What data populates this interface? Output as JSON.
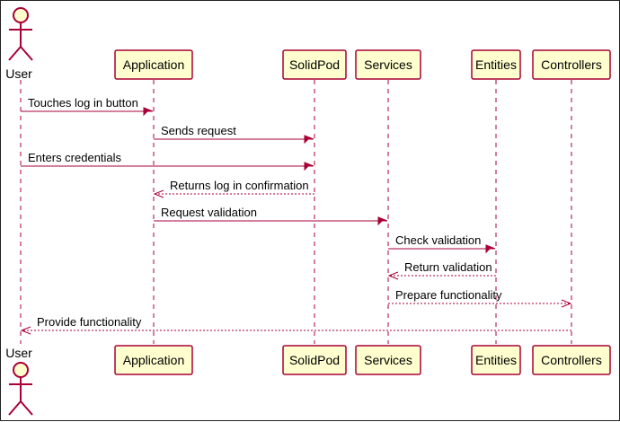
{
  "diagram": {
    "actor": {
      "name": "User"
    },
    "participants": [
      {
        "id": "app",
        "name": "Application"
      },
      {
        "id": "pod",
        "name": "SolidPod"
      },
      {
        "id": "svc",
        "name": "Services"
      },
      {
        "id": "ent",
        "name": "Entities"
      },
      {
        "id": "ctl",
        "name": "Controllers"
      }
    ],
    "messages": [
      {
        "from": "user",
        "to": "app",
        "text": "Touches log in button",
        "style": "solid"
      },
      {
        "from": "app",
        "to": "pod",
        "text": "Sends request",
        "style": "solid"
      },
      {
        "from": "user",
        "to": "pod",
        "text": "Enters credentials",
        "style": "solid"
      },
      {
        "from": "pod",
        "to": "app",
        "text": "Returns log in confirmation",
        "style": "dashed"
      },
      {
        "from": "app",
        "to": "svc",
        "text": "Request validation",
        "style": "solid"
      },
      {
        "from": "svc",
        "to": "ent",
        "text": "Check validation",
        "style": "solid"
      },
      {
        "from": "ent",
        "to": "svc",
        "text": "Return validation",
        "style": "dashed"
      },
      {
        "from": "svc",
        "to": "ctl",
        "text": "Prepare functionality",
        "style": "dashed"
      },
      {
        "from": "ctl",
        "to": "user",
        "text": "Provide functionality",
        "style": "dashed"
      }
    ],
    "colors": {
      "line": "#A80036",
      "fill": "#FEFECE",
      "text": "#000000"
    }
  }
}
